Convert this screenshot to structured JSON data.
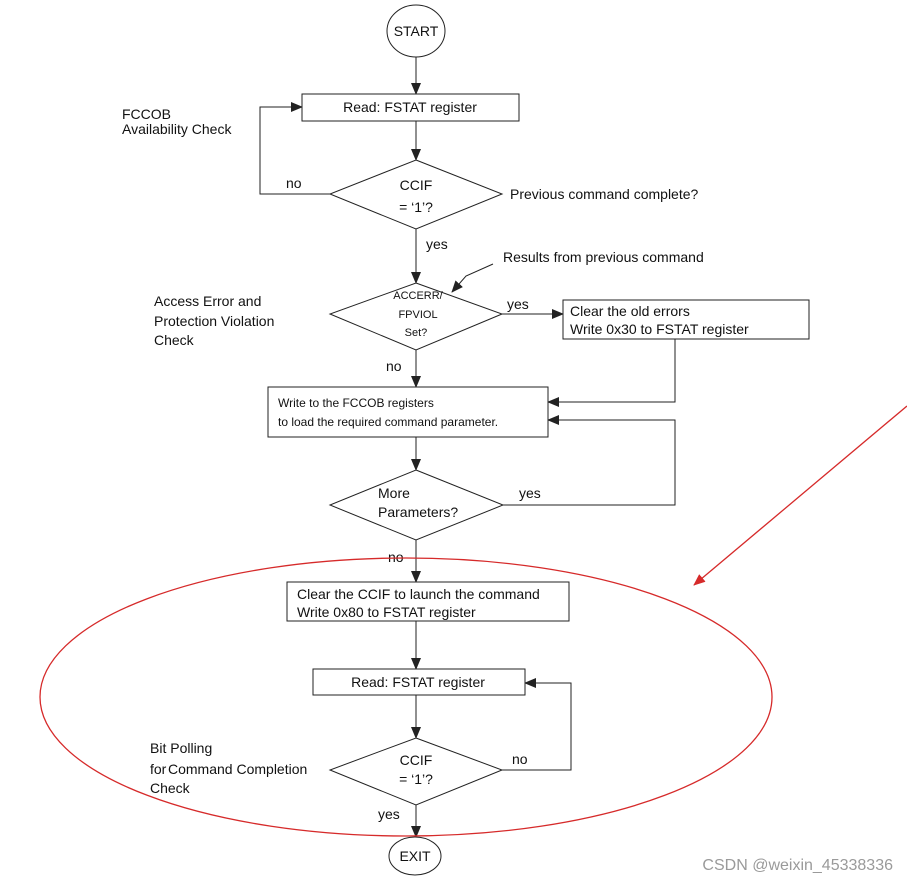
{
  "nodes": {
    "start": "START",
    "read_fstat_1": "Read: FSTAT register",
    "ccif_1_line1": "CCIF",
    "ccif_1_line2": "= ‘1’?",
    "accerr_line1": "ACCERR/",
    "accerr_line2": "FPVIOL",
    "accerr_line3": "Set?",
    "clear_errors_line1": "Clear the old errors",
    "clear_errors_line2": "Write 0x30 to FSTAT register",
    "write_fccob_line1": "Write to the FCCOB registers",
    "write_fccob_line2": "to load the required command parameter.",
    "more_params_line1": "More",
    "more_params_line2": "Parameters?",
    "clear_ccif_line1": "Clear the CCIF to launch the command",
    "clear_ccif_line2": "Write 0x80 to FSTAT register",
    "read_fstat_2": "Read: FSTAT register",
    "ccif_2_line1": "CCIF",
    "ccif_2_line2": "= ‘1’?",
    "exit": "EXIT"
  },
  "edge_labels": {
    "no_1": "no",
    "yes_1": "yes",
    "yes_2": "yes",
    "no_2": "no",
    "yes_3": "yes",
    "no_3": "no",
    "no_4": "no",
    "yes_4": "yes"
  },
  "annotations": {
    "fccob_line1": "FCCOB",
    "fccob_line2": "Availability Check",
    "prev_complete": "Previous command complete?",
    "results_prev": "Results from previous command",
    "access_line1": "Access Error and",
    "access_line2": "Protection Violation",
    "access_line3": "Check",
    "bitpoll_line1": "Bit Polling",
    "bitpoll_line2": "for",
    "bitpoll_line3": "Command Completion",
    "bitpoll_line4": "Check"
  },
  "watermark": "CSDN @weixin_45338336",
  "colors": {
    "line": "#222222",
    "highlight": "#d62a2a",
    "watermark": "#9a9a9a"
  }
}
